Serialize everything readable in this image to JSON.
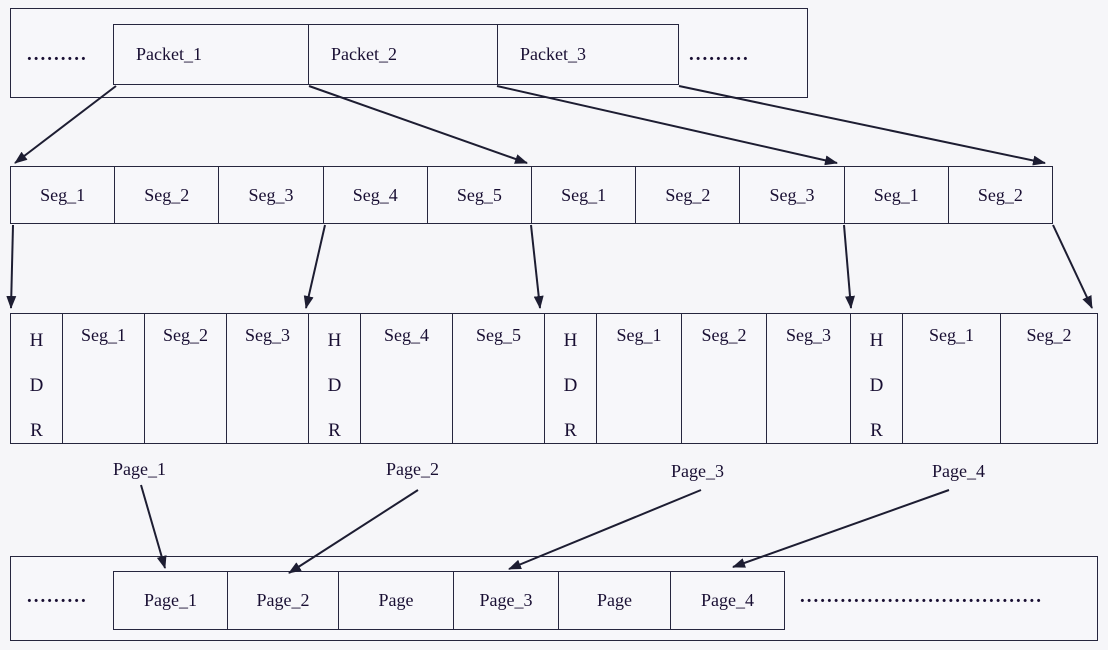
{
  "top_row": {
    "left_dots": ".........",
    "packets": [
      "Packet_1",
      "Packet_2",
      "Packet_3"
    ],
    "right_dots": "........."
  },
  "segment_row": {
    "cells": [
      "Seg_1",
      "Seg_2",
      "Seg_3",
      "Seg_4",
      "Seg_5",
      "Seg_1",
      "Seg_2",
      "Seg_3",
      "Seg_1",
      "Seg_2"
    ]
  },
  "page_content_row": {
    "cells": [
      "H\nD\nR",
      "Seg_1",
      "Seg_2",
      "Seg_3",
      "H\nD\nR",
      "Seg_4",
      "Seg_5",
      "H\nD\nR",
      "Seg_1",
      "Seg_2",
      "Seg_3",
      "H\nD\nR",
      "Seg_1",
      "Seg_2"
    ]
  },
  "page_labels": [
    "Page_1",
    "Page_2",
    "Page_3",
    "Page_4"
  ],
  "bottom_row": {
    "left_dots": ".........",
    "pages": [
      "Page_1",
      "Page_2",
      "Page",
      "Page_3",
      "Page",
      "Page_4"
    ],
    "right_dots": "...................................."
  },
  "colors": {
    "line": "#26263e",
    "arrow": "#1d1d32",
    "text": "#190f33",
    "background": "#f6f6f9"
  }
}
